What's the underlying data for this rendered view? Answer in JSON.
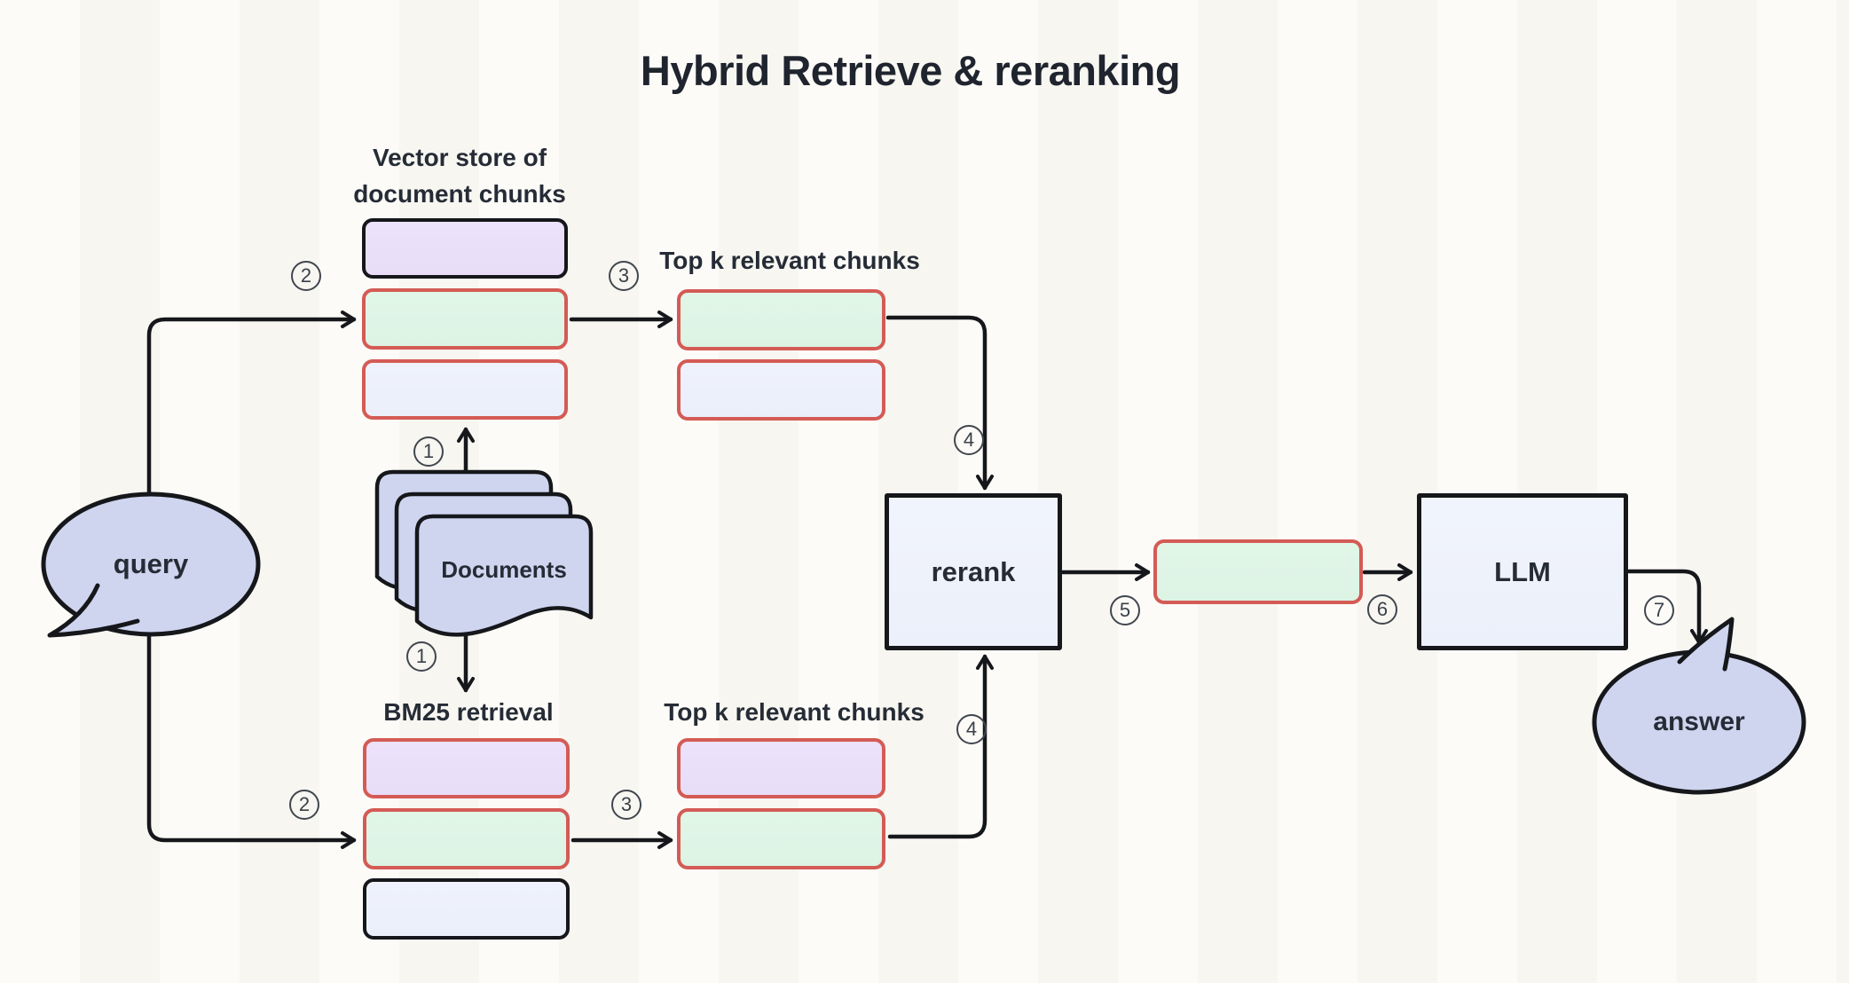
{
  "title": "Hybrid Retrieve & reranking",
  "labels": {
    "vector_store": "Vector store of document chunks",
    "top_k_top": "Top k relevant chunks",
    "bm25": "BM25 retrieval",
    "top_k_bottom": "Top k relevant chunks"
  },
  "nodes": {
    "query": "query",
    "documents": "Documents",
    "rerank": "rerank",
    "llm": "LLM",
    "answer": "answer"
  },
  "steps": {
    "s1": "1",
    "s2": "2",
    "s3": "3",
    "s4": "4",
    "s5": "5",
    "s6": "6",
    "s7": "7"
  },
  "colors": {
    "background": "#FAF9F4",
    "stroke_dark": "#15171B",
    "stroke_red": "#D45B55",
    "fill_purple": "#EADFF9",
    "fill_green": "#DFF5E6",
    "fill_blue": "#EDF1FB",
    "fill_periwinkle": "#CFD5EF",
    "fill_node_box": "#EFF2FB",
    "text_dark": "#262C36"
  }
}
